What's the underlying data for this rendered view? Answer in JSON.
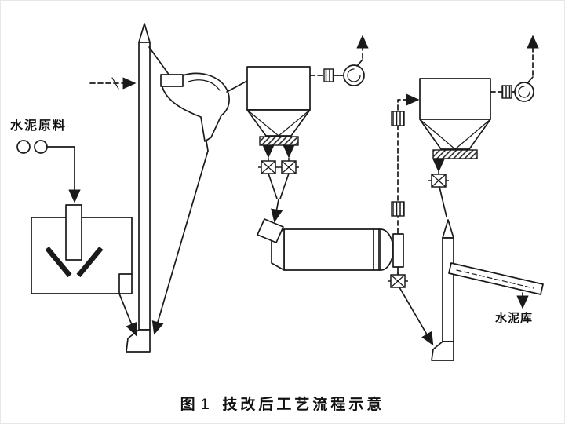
{
  "figure": {
    "caption": {
      "prefix": "图 1",
      "title": "技改后工艺流程示意"
    },
    "labels": {
      "raw_material": "水泥原料",
      "cement_silo": "水泥库"
    },
    "colors": {
      "line": "#1a1a1a",
      "background": "#ffffff"
    },
    "symbols": [
      "raw-material-rollers",
      "raw-mill",
      "bucket-elevator-1",
      "air-separator",
      "dust-collector-1",
      "exhaust-fan-1",
      "rotary-feeder",
      "ball-mill",
      "dust-collector-2",
      "exhaust-fan-2",
      "bucket-elevator-2",
      "silo-chute"
    ]
  }
}
